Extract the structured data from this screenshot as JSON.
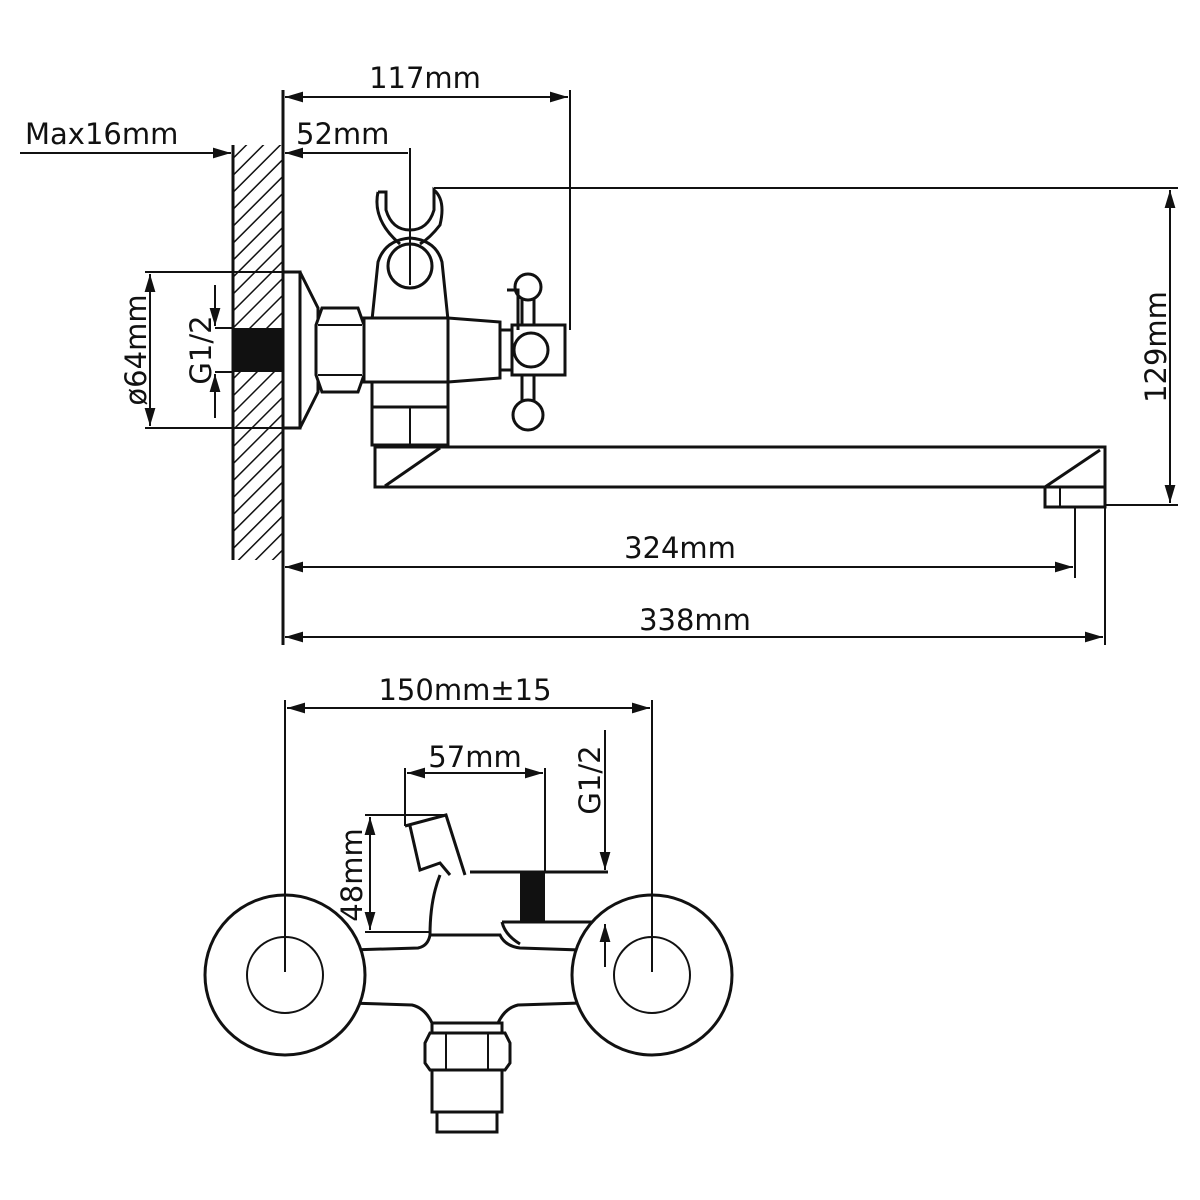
{
  "colors": {
    "ink": "#111111",
    "background": "#ffffff"
  },
  "side_view": {
    "dimensions": {
      "overall_depth_to_spout": "117mm",
      "max_wall_offset": "Max16mm",
      "holder_offset": "52mm",
      "escutcheon_diameter": "ø64mm",
      "inlet_thread": "G1/2",
      "height": "129mm",
      "spout_reach": "324mm",
      "total_length": "338mm"
    }
  },
  "front_view": {
    "dimensions": {
      "center_distance": "150mm±15",
      "diverter_offset": "57mm",
      "diverter_height": "48mm",
      "outlet_thread": "G1/2"
    }
  }
}
